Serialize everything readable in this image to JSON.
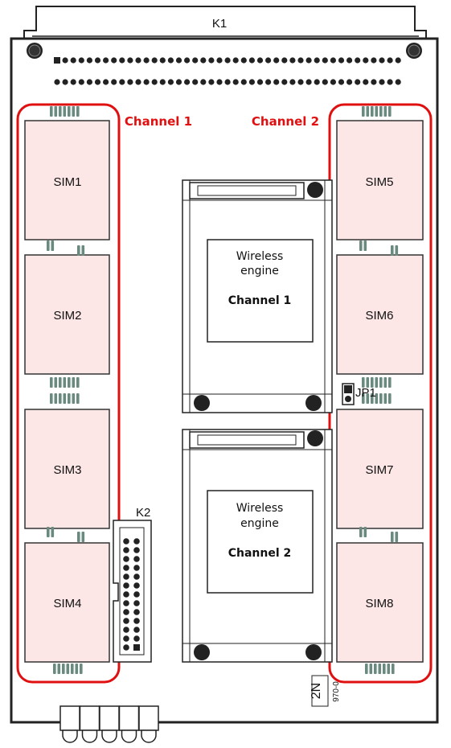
{
  "connectors": {
    "k1": "K1",
    "k2": "K2",
    "jp1": "JP1"
  },
  "channels": {
    "left": "Channel 1",
    "right": "Channel 2"
  },
  "sims_left": [
    "SIM1",
    "SIM2",
    "SIM3",
    "SIM4"
  ],
  "sims_right": [
    "SIM5",
    "SIM6",
    "SIM7",
    "SIM8"
  ],
  "engines": [
    {
      "line1": "Wireless",
      "line2": "engine",
      "channel": "Channel 1"
    },
    {
      "line1": "Wireless",
      "line2": "engine",
      "channel": "Channel 2"
    }
  ],
  "board_code": "970-0",
  "logo_text": "2N",
  "colors": {
    "board": "#ffffff",
    "sim_fill": "#fce6e6",
    "highlight": "#e01010",
    "pin": "#6a8a80"
  }
}
